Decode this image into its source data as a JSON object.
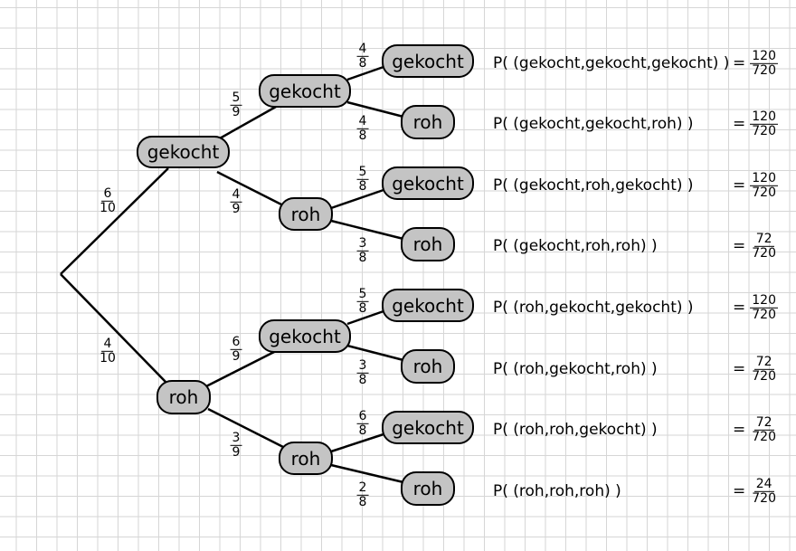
{
  "nodes": {
    "l1_top": "gekocht",
    "l1_bottom": "roh",
    "l2_1": "gekocht",
    "l2_2": "roh",
    "l2_3": "gekocht",
    "l2_4": "roh",
    "leaf_1": "gekocht",
    "leaf_2": "roh",
    "leaf_3": "gekocht",
    "leaf_4": "roh",
    "leaf_5": "gekocht",
    "leaf_6": "roh",
    "leaf_7": "gekocht",
    "leaf_8": "roh"
  },
  "branch_probs": {
    "root_top": {
      "num": "6",
      "den": "10"
    },
    "root_bottom": {
      "num": "4",
      "den": "10"
    },
    "g_g": {
      "num": "5",
      "den": "9"
    },
    "g_r": {
      "num": "4",
      "den": "9"
    },
    "r_g": {
      "num": "6",
      "den": "9"
    },
    "r_r": {
      "num": "3",
      "den": "9"
    },
    "gg_g": {
      "num": "4",
      "den": "8"
    },
    "gg_r": {
      "num": "4",
      "den": "8"
    },
    "gr_g": {
      "num": "5",
      "den": "8"
    },
    "gr_r": {
      "num": "3",
      "den": "8"
    },
    "rg_g": {
      "num": "5",
      "den": "8"
    },
    "rg_r": {
      "num": "3",
      "den": "8"
    },
    "rr_g": {
      "num": "6",
      "den": "8"
    },
    "rr_r": {
      "num": "2",
      "den": "8"
    }
  },
  "paths": [
    {
      "label": "P( (gekocht,gekocht,gekocht) )",
      "eq": "=",
      "num": "120",
      "den": "720"
    },
    {
      "label": "P( (gekocht,gekocht,roh) )",
      "eq": "=",
      "num": "120",
      "den": "720"
    },
    {
      "label": "P( (gekocht,roh,gekocht) )",
      "eq": "=",
      "num": "120",
      "den": "720"
    },
    {
      "label": "P( (gekocht,roh,roh) )",
      "eq": "=",
      "num": "72",
      "den": "720"
    },
    {
      "label": "P( (roh,gekocht,gekocht) )",
      "eq": "=",
      "num": "120",
      "den": "720"
    },
    {
      "label": "P( (roh,gekocht,roh) )",
      "eq": "=",
      "num": "72",
      "den": "720"
    },
    {
      "label": "P( (roh,roh,gekocht) )",
      "eq": "=",
      "num": "72",
      "den": "720"
    },
    {
      "label": "P( (roh,roh,roh) )",
      "eq": "=",
      "num": "24",
      "den": "720"
    }
  ]
}
